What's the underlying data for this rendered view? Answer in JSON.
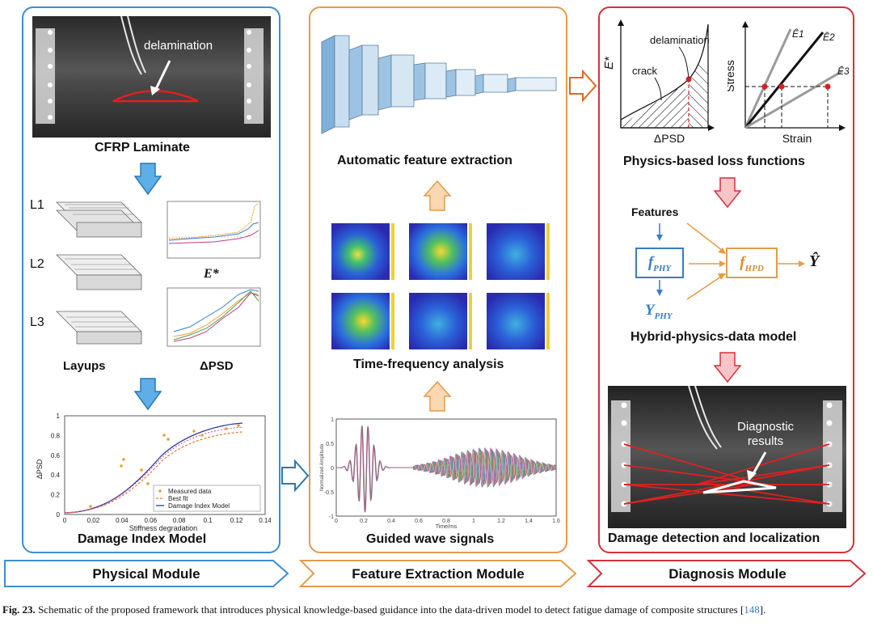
{
  "physical": {
    "laminate_title": "CFRP Laminate",
    "delamination_label": "delamination",
    "layups_title": "Layups",
    "layup_labels": [
      "L1",
      "L2",
      "L3"
    ],
    "psd_title": "ΔPSD",
    "estar_title": "E*",
    "dim_title": "Damage Index Model",
    "dim_xlabel": "Stiffness degradation",
    "dim_ylabel": "ΔPSD",
    "dim_xticks": [
      "0",
      "0.02",
      "0.04",
      "0.06",
      "0.08",
      "0.1",
      "0.12",
      "0.14"
    ],
    "dim_yticks": [
      "0",
      "0.2",
      "0.4",
      "0.6",
      "0.8",
      "1"
    ],
    "legend": [
      "Measured data",
      "Best fit",
      "Damage Index Model"
    ],
    "module_label": "Physical Module"
  },
  "feature": {
    "auto_title": "Automatic feature extraction",
    "tf_title": "Time-frequency analysis",
    "gw_title": "Guided wave signals",
    "gw_xlabel": "Time/ms",
    "gw_ylabel": "Normalized Amplitude",
    "gw_yticks": [
      "1",
      "0.5",
      "0",
      "-0.5",
      "-1"
    ],
    "gw_xticks": [
      "0",
      "0.2",
      "0.4",
      "0.6",
      "0.8",
      "1",
      "1.2",
      "1.4",
      "1.6"
    ],
    "module_label": "Feature Extraction Module"
  },
  "diagnosis": {
    "physics_title": "Physics-based loss functions",
    "left_plot": {
      "ylabel": "E*",
      "xlabel": "ΔPSD",
      "delamination": "delamination",
      "crack": "crack"
    },
    "right_plot": {
      "ylabel": "Stress",
      "xlabel": "Strain",
      "lines": [
        "Ê1",
        "Ê2",
        "Ê3"
      ]
    },
    "features_label": "Features",
    "f_phy": "f",
    "f_phy_sub": "PHY",
    "f_hpd": "f",
    "f_hpd_sub": "HPD",
    "y_phy": "Y",
    "y_phy_sub": "PHY",
    "y_hat": "Ŷ",
    "hybrid_title": "Hybrid-physics-data model",
    "diag_results": "Diagnostic\nresults",
    "damage_title": "Damage detection and localization",
    "module_label": "Diagnosis Module"
  },
  "caption": {
    "fig_label": "Fig. 23.",
    "text": "Schematic of the proposed framework that introduces physical knowledge-based guidance into the data-driven model to detect fatigue damage of composite structures [",
    "ref": "148",
    "end": "]."
  },
  "colors": {
    "blue": "#3b8fce",
    "orange": "#e59b4a",
    "red": "#d6323a"
  }
}
